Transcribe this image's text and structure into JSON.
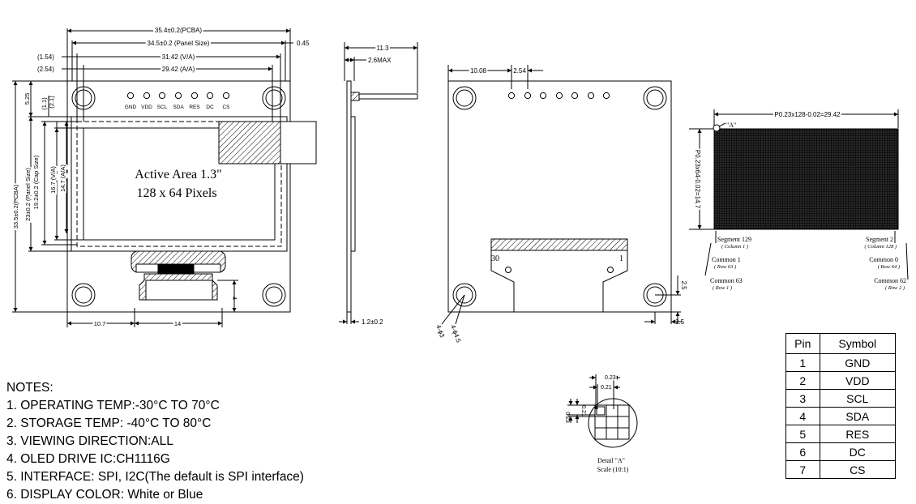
{
  "dims": {
    "pcba_width": "35.4±0.2(PCBA)",
    "panel_size": "34.5±0.2 (Panel Size)",
    "offset_045": "0.45",
    "offset_154": "(1.54)",
    "offset_254": "(2.54)",
    "va_width": "31.42 (V/A)",
    "aa_width": "29.42 (A/A)",
    "v525": "5.25",
    "v21": "(2.1)",
    "v11": "(1.1)",
    "aa_height": "14.7 (A/A)",
    "va_height": "16.7 (V/A)",
    "cap_size": "19.2±0.2 (Cap Size)",
    "panel_height": "23±0.2 (Panel Size)",
    "pcba_height": "33.5±0.2(PCBA)",
    "bottom_107": "10.7",
    "bottom_14": "14",
    "side_4": "4",
    "side_113": "11.3",
    "side_26max": "2.6MAX",
    "side_12": "1.2±0.2",
    "back_1008": "10.08",
    "back_254": "2.54",
    "back_25v": "2.5",
    "back_25h": "2.5",
    "hole_a": "4-ϕ3",
    "hole_b": "4-ϕ4.5",
    "pix_pitch_w": "P0.23x128-0.02=29.42",
    "pix_pitch_h": "P0.23x64-0.02=14.7",
    "detail_023a": "0.23",
    "detail_021a": "0.21",
    "detail_021b": "0.21",
    "detail_023b": "0.23"
  },
  "front": {
    "pins": [
      "GND",
      "VDD",
      "SCL",
      "SDA",
      "RES",
      "DC",
      "CS"
    ],
    "active_area_line1": "Active Area 1.3\"",
    "active_area_line2": "128 x 64 Pixels"
  },
  "back": {
    "fpc_pin_30": "30",
    "fpc_pin_1": "1"
  },
  "pixel_map": {
    "marker_a": "\"A\"",
    "seg129": "Segment 129",
    "col1": "( Column 1 )",
    "seg2": "Segment 2",
    "col128": "( Column 128 )",
    "common1": "Common 1",
    "row63": "( Row 63 )",
    "common0": "Common 0",
    "row64": "( Row 64 )",
    "common63": "Common 63",
    "row1": "( Row 1 )",
    "common62": "Common 62",
    "row2": "( Row 2 )"
  },
  "detail": {
    "label": "Detail \"A\"",
    "scale": "Scale (10:1)"
  },
  "notes": {
    "heading": "NOTES:",
    "items": [
      "1. OPERATING TEMP:-30°C TO 70°C",
      "2. STORAGE TEMP: -40°C TO 80°C",
      "3. VIEWING DIRECTION:ALL",
      "4. OLED DRIVE IC:CH1116G",
      "5. INTERFACE: SPI, I2C(The default is SPI interface)",
      "6. DISPLAY COLOR: White or Blue"
    ]
  },
  "pin_table": {
    "headers": [
      "Pin",
      "Symbol"
    ],
    "rows": [
      [
        "1",
        "GND"
      ],
      [
        "2",
        "VDD"
      ],
      [
        "3",
        "SCL"
      ],
      [
        "4",
        "SDA"
      ],
      [
        "5",
        "RES"
      ],
      [
        "6",
        "DC"
      ],
      [
        "7",
        "CS"
      ]
    ]
  }
}
